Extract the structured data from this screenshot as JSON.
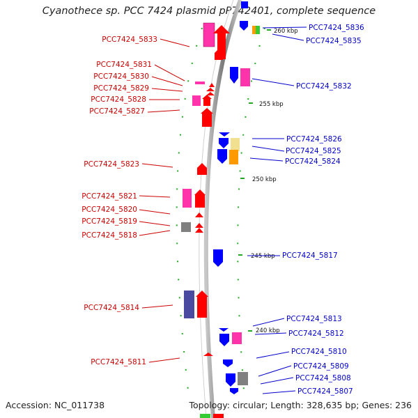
{
  "title": "Cyanothece sp. PCC 7424 plasmid pP742401, complete sequence",
  "footer": {
    "accession": "Accession: NC_011738",
    "stats": "Topology: circular; Length: 328,635 bp; Genes: 236"
  },
  "scale_labels": [
    "260 kbp",
    "255 kbp",
    "250 kbp",
    "245 kbp",
    "240 kbp"
  ],
  "genes_left": [
    "PCC7424_5833",
    "PCC7424_5831",
    "PCC7424_5830",
    "PCC7424_5829",
    "PCC7424_5828",
    "PCC7424_5827",
    "PCC7424_5823",
    "PCC7424_5821",
    "PCC7424_5820",
    "PCC7424_5819",
    "PCC7424_5818",
    "PCC7424_5814",
    "PCC7424_5811"
  ],
  "genes_right": [
    "PCC7424_5836",
    "PCC7424_5835",
    "PCC7424_5832",
    "PCC7424_5826",
    "PCC7424_5825",
    "PCC7424_5824",
    "PCC7424_5817",
    "PCC7424_5813",
    "PCC7424_5812",
    "PCC7424_5810",
    "PCC7424_5809",
    "PCC7424_5808",
    "PCC7424_5807"
  ],
  "colors": {
    "forward_label": "#cc0000",
    "reverse_label": "#0000cc",
    "forward_gene": "#ff0000",
    "reverse_gene": "#0000ff",
    "magenta_gene": "#ff33aa",
    "navy_gene": "#4a4aa0",
    "gray_gene": "#808080",
    "orange_gene": "#ff9900",
    "yellow_gene": "#f0e090",
    "green_gene": "#33cc33",
    "backbone": "#888888",
    "tick": "#22aa22"
  }
}
